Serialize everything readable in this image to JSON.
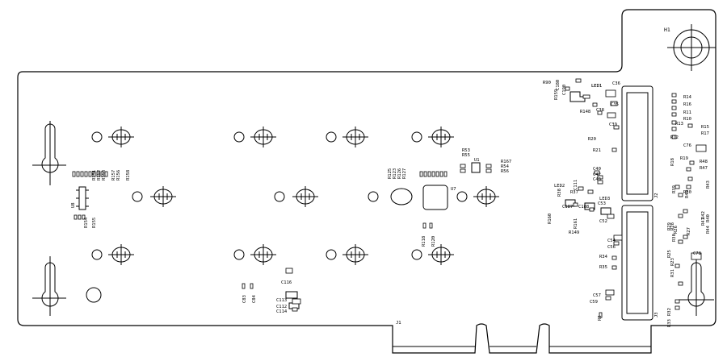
{
  "board": {
    "outline_color": "#000000",
    "background": "#ffffff"
  },
  "mount": {
    "label": "H1"
  },
  "edge_connector": {
    "label": "J1"
  },
  "connectors": [
    {
      "label": "J2"
    },
    {
      "label": "J3"
    }
  ],
  "ics": [
    {
      "label": "U7"
    },
    {
      "label": "U8"
    },
    {
      "label": "U1"
    }
  ],
  "leds": [
    {
      "label": "LED1"
    },
    {
      "label": "LED2"
    },
    {
      "label": "LED3"
    }
  ],
  "designators": [
    "R90",
    "C180",
    "LED1",
    "C36",
    "R159",
    "C190",
    "R148",
    "C35",
    "C38",
    "C39",
    "R20",
    "R21",
    "R14",
    "R16",
    "R11",
    "R10",
    "R13",
    "R15",
    "R17",
    "R12",
    "C76",
    "R53",
    "R55",
    "R167",
    "R54",
    "R56",
    "C40",
    "C42",
    "C43",
    "R37",
    "R38",
    "C111",
    "C187",
    "R160",
    "C188",
    "R161",
    "C53",
    "R149",
    "C52",
    "C54",
    "C56",
    "R34",
    "R35",
    "C57",
    "C59",
    "R8",
    "R18",
    "R19",
    "R48",
    "R47",
    "R39",
    "R50",
    "R49",
    "R42",
    "R43",
    "R29",
    "R28",
    "R26",
    "R27",
    "R30",
    "R41",
    "R40",
    "R44",
    "R25",
    "R23",
    "R31",
    "R33",
    "R32",
    "C78",
    "R118",
    "R120",
    "C116",
    "C83",
    "C84",
    "C113",
    "C112",
    "C114",
    "R125",
    "R123",
    "R126",
    "R127",
    "R158",
    "R154",
    "R155",
    "R157",
    "R156",
    "R153",
    "R151",
    "R152"
  ]
}
